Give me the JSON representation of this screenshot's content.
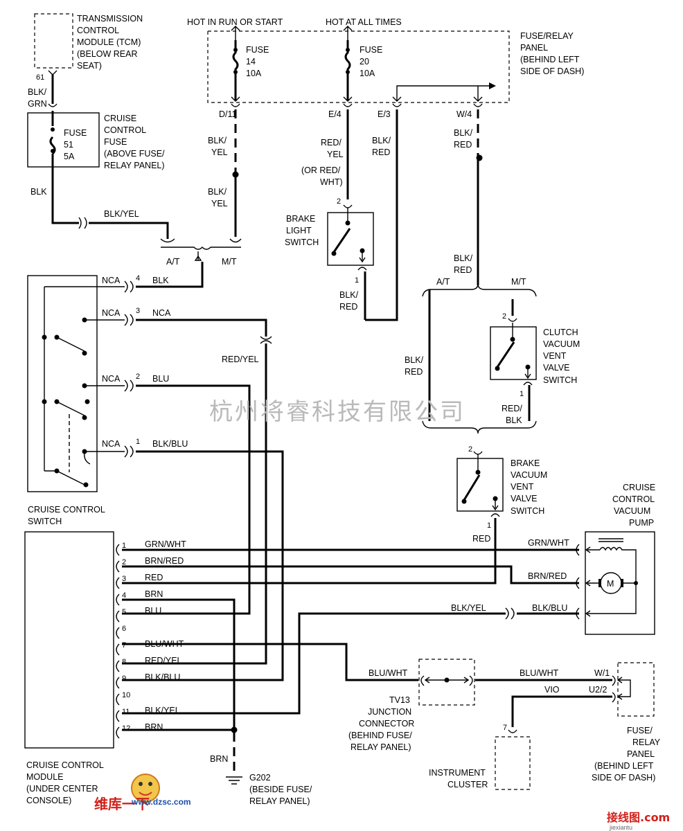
{
  "headers": {
    "hot_run_start": "HOT IN RUN OR START",
    "hot_all_times": "HOT AT ALL TIMES"
  },
  "fuse_panel": [
    "FUSE/RELAY",
    "PANEL",
    "(BEHIND LEFT",
    "SIDE OF DASH)"
  ],
  "tcm": {
    "lines": [
      "TRANSMISSION",
      "CONTROL",
      "MODULE (TCM)",
      "(BELOW REAR",
      "SEAT)"
    ],
    "pin": "61"
  },
  "fuses": {
    "f14": [
      "FUSE",
      "14",
      "10A"
    ],
    "f20": [
      "FUSE",
      "20",
      "10A"
    ],
    "f51": [
      "FUSE",
      "51",
      "5A"
    ]
  },
  "cruise_fuse": [
    "CRUISE",
    "CONTROL",
    "FUSE",
    "(ABOVE FUSE/",
    "RELAY PANEL)"
  ],
  "terminals": {
    "d11": "D/11",
    "e4": "E/4",
    "e3": "E/3",
    "w4": "W/4"
  },
  "wires": {
    "blk_grn": [
      "BLK/",
      "GRN"
    ],
    "blk": "BLK",
    "blk_yel": "BLK/YEL",
    "blk_yel_stack": [
      "BLK/",
      "YEL"
    ],
    "red_yel_stack": [
      "RED/",
      "YEL"
    ],
    "or_red_wht": [
      "(OR RED/",
      "WHT)"
    ],
    "blk_red_stack": [
      "BLK/",
      "RED"
    ],
    "red_blk_stack": [
      "RED/",
      "BLK"
    ],
    "red_yel": "RED/YEL",
    "red": "RED",
    "brn": "BRN"
  },
  "at": "A/T",
  "mt": "M/T",
  "brake_light_switch": [
    "BRAKE",
    "LIGHT",
    "SWITCH"
  ],
  "clutch_switch": [
    "CLUTCH",
    "VACUUM",
    "VENT",
    "VALVE",
    "SWITCH"
  ],
  "brake_vac_switch": [
    "BRAKE",
    "VACUUM",
    "VENT",
    "VALVE",
    "SWITCH"
  ],
  "pins": {
    "one": "1",
    "two": "2"
  },
  "cc_switch": {
    "title": [
      "CRUISE CONTROL",
      "SWITCH"
    ],
    "rows": [
      {
        "nca": "NCA",
        "pin": "4",
        "wire": "BLK"
      },
      {
        "nca": "NCA",
        "pin": "3",
        "wire": "NCA"
      },
      {
        "nca": "NCA",
        "pin": "2",
        "wire": "BLU"
      },
      {
        "nca": "NCA",
        "pin": "1",
        "wire": "BLK/BLU"
      }
    ]
  },
  "module": {
    "title": [
      "CRUISE CONTROL",
      "MODULE",
      "(UNDER CENTER",
      "CONSOLE)"
    ],
    "pins": [
      {
        "n": "1",
        "c": "GRN/WHT"
      },
      {
        "n": "2",
        "c": "BRN/RED"
      },
      {
        "n": "3",
        "c": "RED"
      },
      {
        "n": "4",
        "c": "BRN"
      },
      {
        "n": "5",
        "c": "BLU"
      },
      {
        "n": "6",
        "c": ""
      },
      {
        "n": "7",
        "c": "BLU/WHT"
      },
      {
        "n": "8",
        "c": "RED/YEL"
      },
      {
        "n": "9",
        "c": "BLK/BLU"
      },
      {
        "n": "10",
        "c": ""
      },
      {
        "n": "11",
        "c": "BLK/YEL"
      },
      {
        "n": "12",
        "c": "BRN"
      }
    ]
  },
  "pump": {
    "title": [
      "CRUISE",
      "CONTROL",
      "VACUUM",
      "PUMP"
    ],
    "grn_wht": "GRN/WHT",
    "brn_red": "BRN/RED",
    "blk_blu": "BLK/BLU",
    "blk_yel": "BLK/YEL",
    "m": "M"
  },
  "junction": {
    "lines": [
      "TV13",
      "JUNCTION",
      "CONNECTOR",
      "(BEHIND FUSE/",
      "RELAY PANEL)"
    ],
    "wire_l": "BLU/WHT",
    "wire_r": "BLU/WHT"
  },
  "fuse_relay2": {
    "lines": [
      "FUSE/",
      "RELAY",
      "PANEL",
      "(BEHIND LEFT",
      "SIDE OF DASH)"
    ],
    "w1": "W/1",
    "u22": "U2/2",
    "vio": "VIO"
  },
  "cluster": {
    "lines": [
      "INSTRUMENT",
      "CLUSTER"
    ],
    "pin": "7"
  },
  "ground": {
    "lines": [
      "G202",
      "(BESIDE FUSE/",
      "RELAY PANEL)"
    ]
  },
  "watermark": "杭州将睿科技有限公司",
  "logo": {
    "top": "维库一下",
    "url": "www.dzsc.com"
  },
  "corner_logo": {
    "main": "接线图.com",
    "sub": "jiexiantu"
  }
}
